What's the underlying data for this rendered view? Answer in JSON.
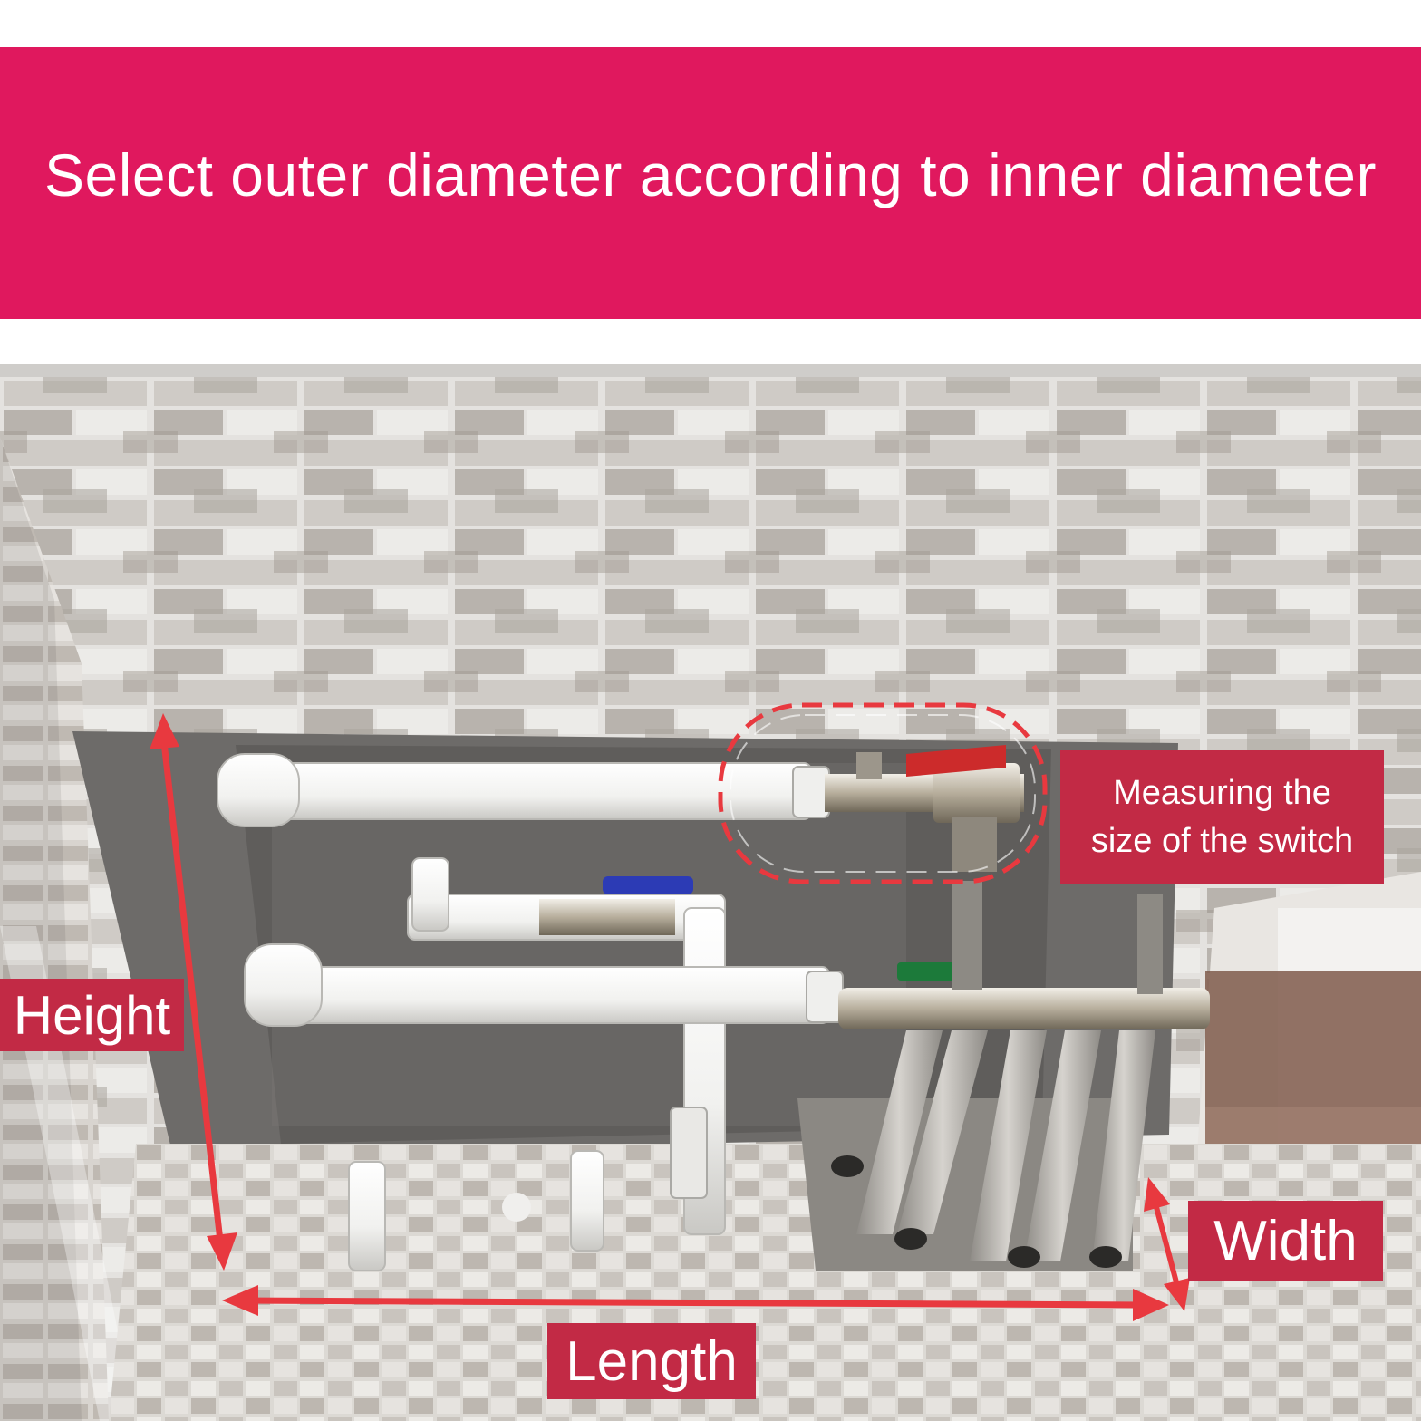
{
  "banner": {
    "title": "Select outer diameter according to inner diameter",
    "color": "#e0185e"
  },
  "labels": {
    "height": "Height",
    "width": "Width",
    "length": "Length",
    "switch_line1": "Measuring the",
    "switch_line2": "size of the switch",
    "label_color": "#c22a45"
  },
  "arrows": {
    "color": "#e8393f"
  },
  "photo": {
    "subject": "pipes-and-valves-on-tiled-wall"
  }
}
